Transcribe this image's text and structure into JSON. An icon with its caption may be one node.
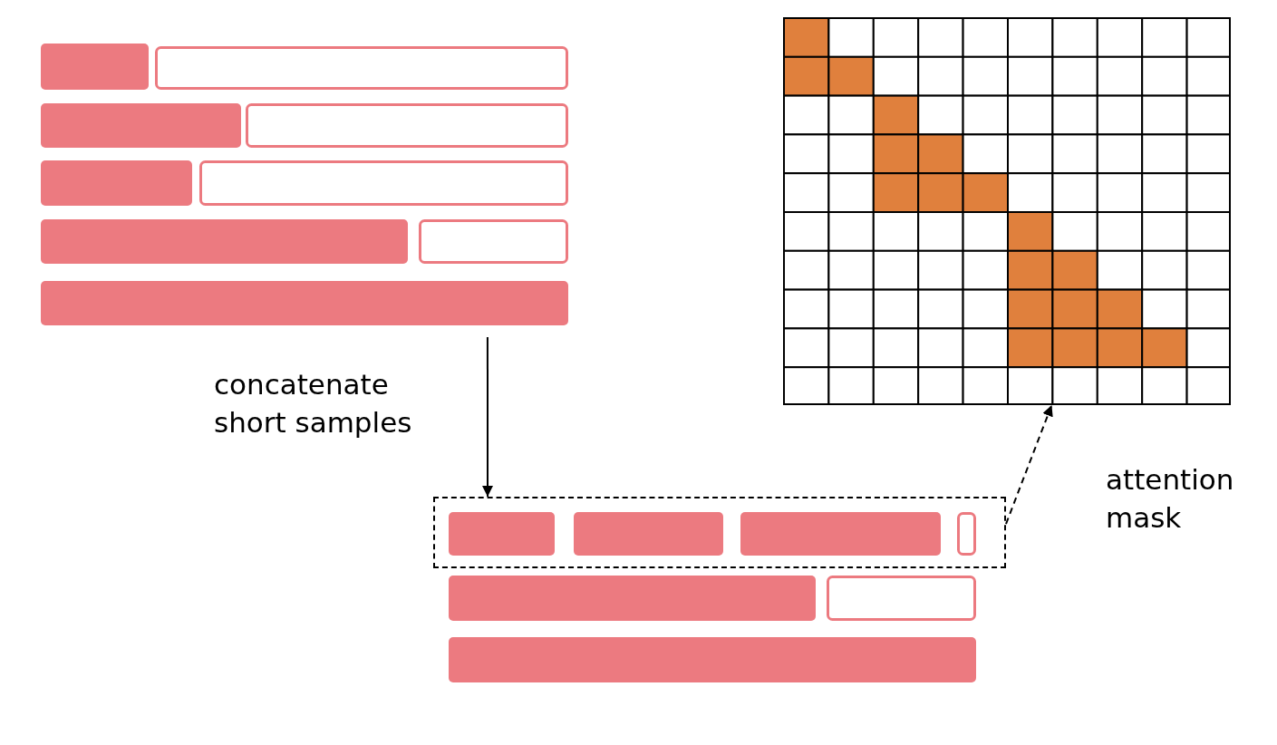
{
  "diagram": {
    "nodes": [
      {
        "text": [],
        "shape": "box"
      },
      {
        "text": [],
        "shape": "box"
      },
      {
        "text": [],
        "shape": "box"
      }
    ],
    "edges": [
      {
        "from": 0,
        "to": 1,
        "arrow": "to",
        "label": "concatenate short samples"
      },
      {
        "from": 1,
        "to": 2,
        "arrow": "to",
        "style": "dashed",
        "label": "attention mask"
      }
    ]
  }
}
